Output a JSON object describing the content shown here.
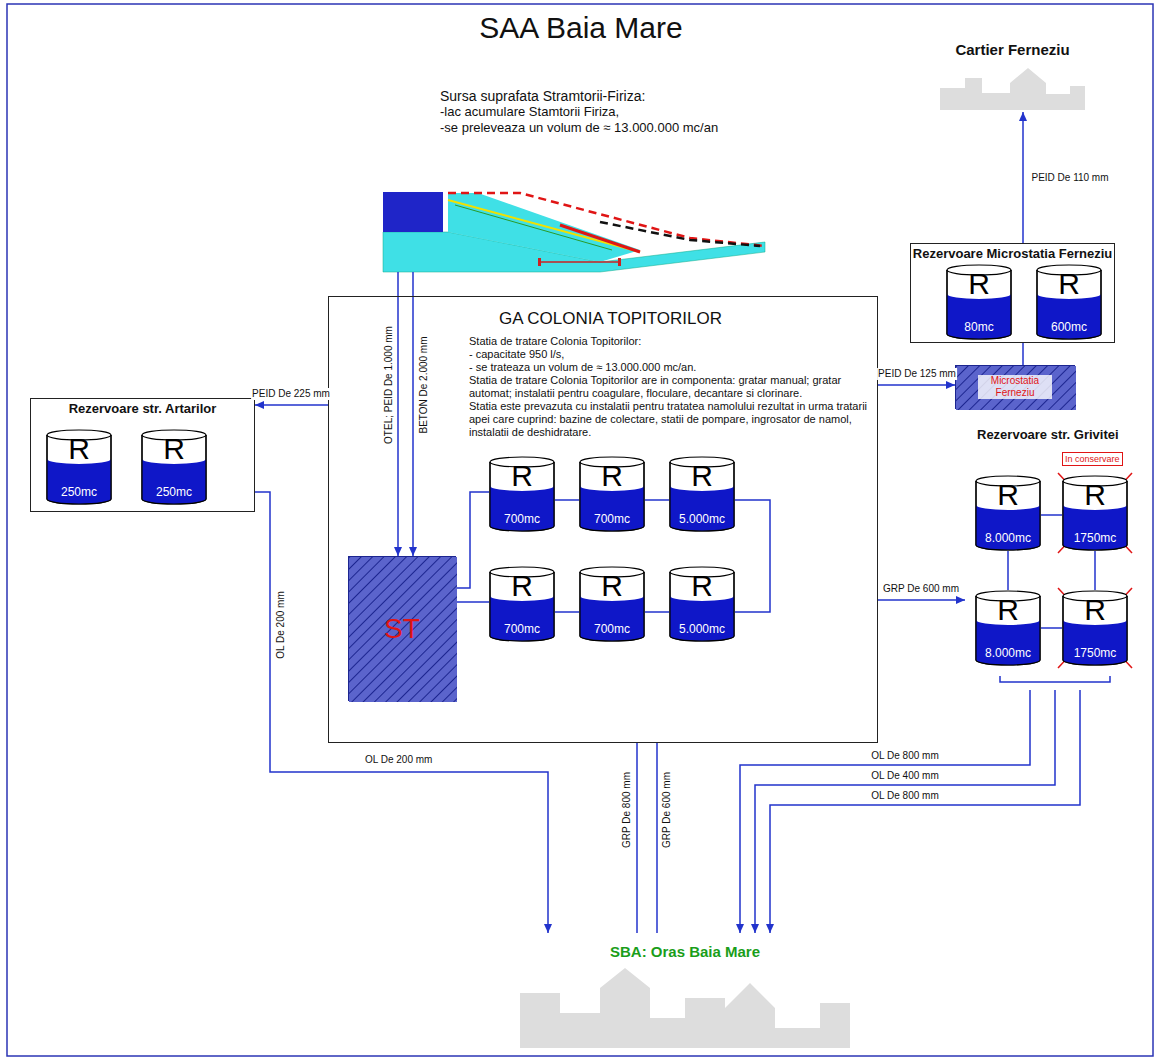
{
  "diagram": {
    "title": "SAA Baia Mare",
    "nodes": [
      {
        "text": [
          "Sursa suprafata Stramtorii-Firiza:",
          "-lac acumulare Stamtorii Firiza,",
          "-se preleveaza un volum de ≈ 13.000.000 mc/an"
        ]
      },
      {
        "text": [
          "GA COLONIA TOPITORILOR",
          "Statia de tratare Colonia Topitorilor:",
          "- capacitate 950 l/s,",
          "- se trateaza un volum de ≈ 13.000.000 mc/an.",
          "Statia de tratare Colonia Topitorilor are in componenta: gratar manual; gratar automat; instalatii pentru coagulare, floculare, decantare si clorinare.",
          "Statia este prevazuta cu instalatii pentru tratatea namolului rezultat in urma tratarii apei care cuprind: bazine de colectare, statii de pompare, ingrosator de namol, instalatii de deshidratare."
        ]
      },
      {
        "text": [
          "ST"
        ],
        "in": 1
      },
      {
        "text": [
          "R",
          "700mc"
        ],
        "in": 1
      },
      {
        "text": [
          "R",
          "700mc"
        ],
        "in": 1
      },
      {
        "text": [
          "R",
          "5.000mc"
        ],
        "in": 1
      },
      {
        "text": [
          "R",
          "700mc"
        ],
        "in": 1
      },
      {
        "text": [
          "R",
          "700mc"
        ],
        "in": 1
      },
      {
        "text": [
          "R",
          "5.000mc"
        ],
        "in": 1
      },
      {
        "text": [
          "Rezervoare str. Artarilor"
        ]
      },
      {
        "text": [
          "R",
          "250mc"
        ],
        "in": 9
      },
      {
        "text": [
          "R",
          "250mc"
        ],
        "in": 9
      },
      {
        "text": [
          "Cartier Ferneziu"
        ]
      },
      {
        "text": [
          "Rezervoare Microstatia Ferneziu"
        ]
      },
      {
        "text": [
          "R",
          "80mc"
        ],
        "in": 13
      },
      {
        "text": [
          "R",
          "600mc"
        ],
        "in": 13
      },
      {
        "text": [
          "Microstatia Ferneziu"
        ]
      },
      {
        "text": [
          "Rezervoare str. Grivitei"
        ]
      },
      {
        "text": [
          "R",
          "8.000mc"
        ],
        "in": 17
      },
      {
        "text": [
          "R",
          "1750mc"
        ],
        "in": 17
      },
      {
        "text": [
          "R",
          "8.000mc"
        ],
        "in": 17
      },
      {
        "text": [
          "R",
          "1750mc"
        ],
        "in": 17
      },
      {
        "text": [
          "SBA: Oras Baia Mare"
        ]
      }
    ],
    "edges": [
      {
        "from": 0,
        "to": 2,
        "label": "OTEL; PEID De 1.000 mm",
        "arrow": "to"
      },
      {
        "from": 0,
        "to": 2,
        "label": "BETON De 2.000 mm",
        "arrow": "to"
      },
      {
        "from": 2,
        "to": 3,
        "arrow": "none"
      },
      {
        "from": 2,
        "to": 6,
        "arrow": "none"
      },
      {
        "from": 3,
        "to": 4,
        "arrow": "none"
      },
      {
        "from": 4,
        "to": 5,
        "arrow": "none"
      },
      {
        "from": 6,
        "to": 7,
        "arrow": "none"
      },
      {
        "from": 7,
        "to": 8,
        "arrow": "none"
      },
      {
        "from": 5,
        "to": 8,
        "arrow": "none"
      },
      {
        "from": 1,
        "to": 9,
        "label": "PEID De 225 mm",
        "arrow": "to"
      },
      {
        "from": 10,
        "to": 11,
        "arrow": "none"
      },
      {
        "from": 9,
        "to": 22,
        "label": "OL De 200 mm",
        "arrow": "to"
      },
      {
        "from": 1,
        "to": 16,
        "label": "PEID De 125 mm",
        "arrow": "to"
      },
      {
        "from": 16,
        "to": 13,
        "arrow": "none"
      },
      {
        "from": 14,
        "to": 15,
        "arrow": "none"
      },
      {
        "from": 13,
        "to": 12,
        "label": "PEID De 110 mm",
        "arrow": "to"
      },
      {
        "from": 1,
        "to": 17,
        "label": "GRP De 600 mm",
        "arrow": "to"
      },
      {
        "from": 18,
        "to": 19,
        "arrow": "none"
      },
      {
        "from": 20,
        "to": 21,
        "arrow": "none"
      },
      {
        "from": 18,
        "to": 20,
        "arrow": "none"
      },
      {
        "from": 19,
        "to": 21,
        "arrow": "none"
      },
      {
        "from": 1,
        "to": 22,
        "label": "GRP De 800 mm",
        "arrow": "none"
      },
      {
        "from": 1,
        "to": 22,
        "label": "GRP De 600 mm",
        "arrow": "none"
      },
      {
        "from": 17,
        "to": 22,
        "label": "OL De 800 mm",
        "arrow": "to"
      },
      {
        "from": 17,
        "to": 22,
        "label": "OL De 400 mm",
        "arrow": "to"
      },
      {
        "from": 17,
        "to": 22,
        "label": "OL De 800 mm",
        "arrow": "to"
      }
    ],
    "labels": [
      "OL De 200 mm",
      "In conservare"
    ]
  }
}
